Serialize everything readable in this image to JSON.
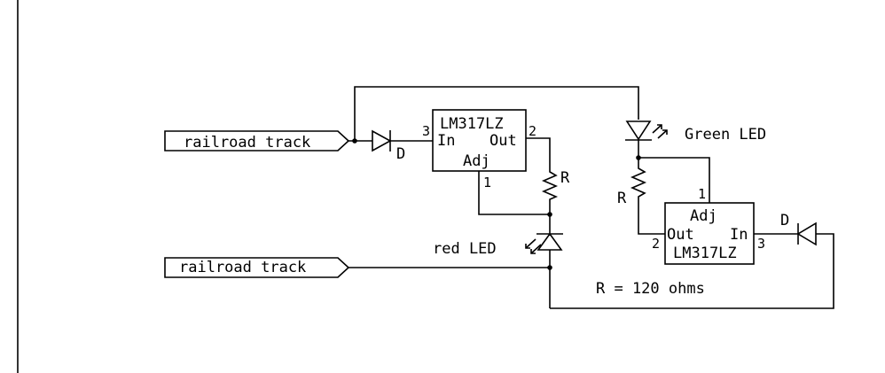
{
  "ports": {
    "top": "railroad track",
    "bottom": "railroad track"
  },
  "regulator_left": {
    "name": "LM317LZ",
    "pin_in": "In",
    "pin_out": "Out",
    "pin_adj": "Adj",
    "num_in": "3",
    "num_out": "2",
    "num_adj": "1"
  },
  "regulator_right": {
    "name": "LM317LZ",
    "pin_in": "In",
    "pin_out": "Out",
    "pin_adj": "Adj",
    "num_in": "3",
    "num_out": "2",
    "num_adj": "1"
  },
  "labels": {
    "diode_left": "D",
    "diode_right": "D",
    "resistor_left": "R",
    "resistor_right": "R",
    "green_led": "Green LED",
    "red_led": "red LED",
    "resistance_note": "R = 120 ohms"
  }
}
